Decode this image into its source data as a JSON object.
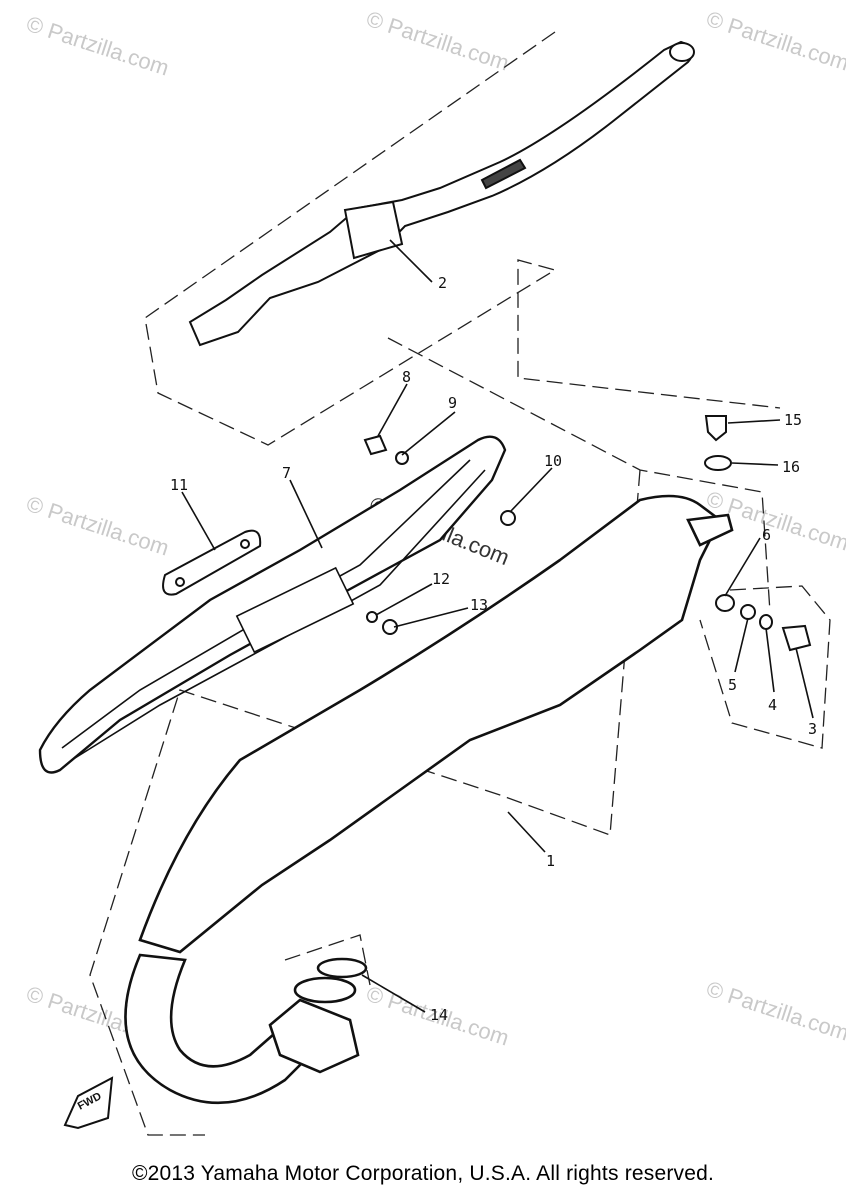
{
  "parts": [
    {
      "num": "1"
    },
    {
      "num": "2"
    },
    {
      "num": "3"
    },
    {
      "num": "4"
    },
    {
      "num": "5"
    },
    {
      "num": "6"
    },
    {
      "num": "7"
    },
    {
      "num": "8"
    },
    {
      "num": "9"
    },
    {
      "num": "10"
    },
    {
      "num": "11"
    },
    {
      "num": "12"
    },
    {
      "num": "13"
    },
    {
      "num": "14"
    },
    {
      "num": "15"
    },
    {
      "num": "16"
    }
  ],
  "fwd_label": "FWD",
  "watermark": "© Partzilla.com",
  "center_watermark": "© Partzilla.com",
  "copyright": "©2013 Yamaha Motor Corporation, U.S.A. All rights reserved."
}
